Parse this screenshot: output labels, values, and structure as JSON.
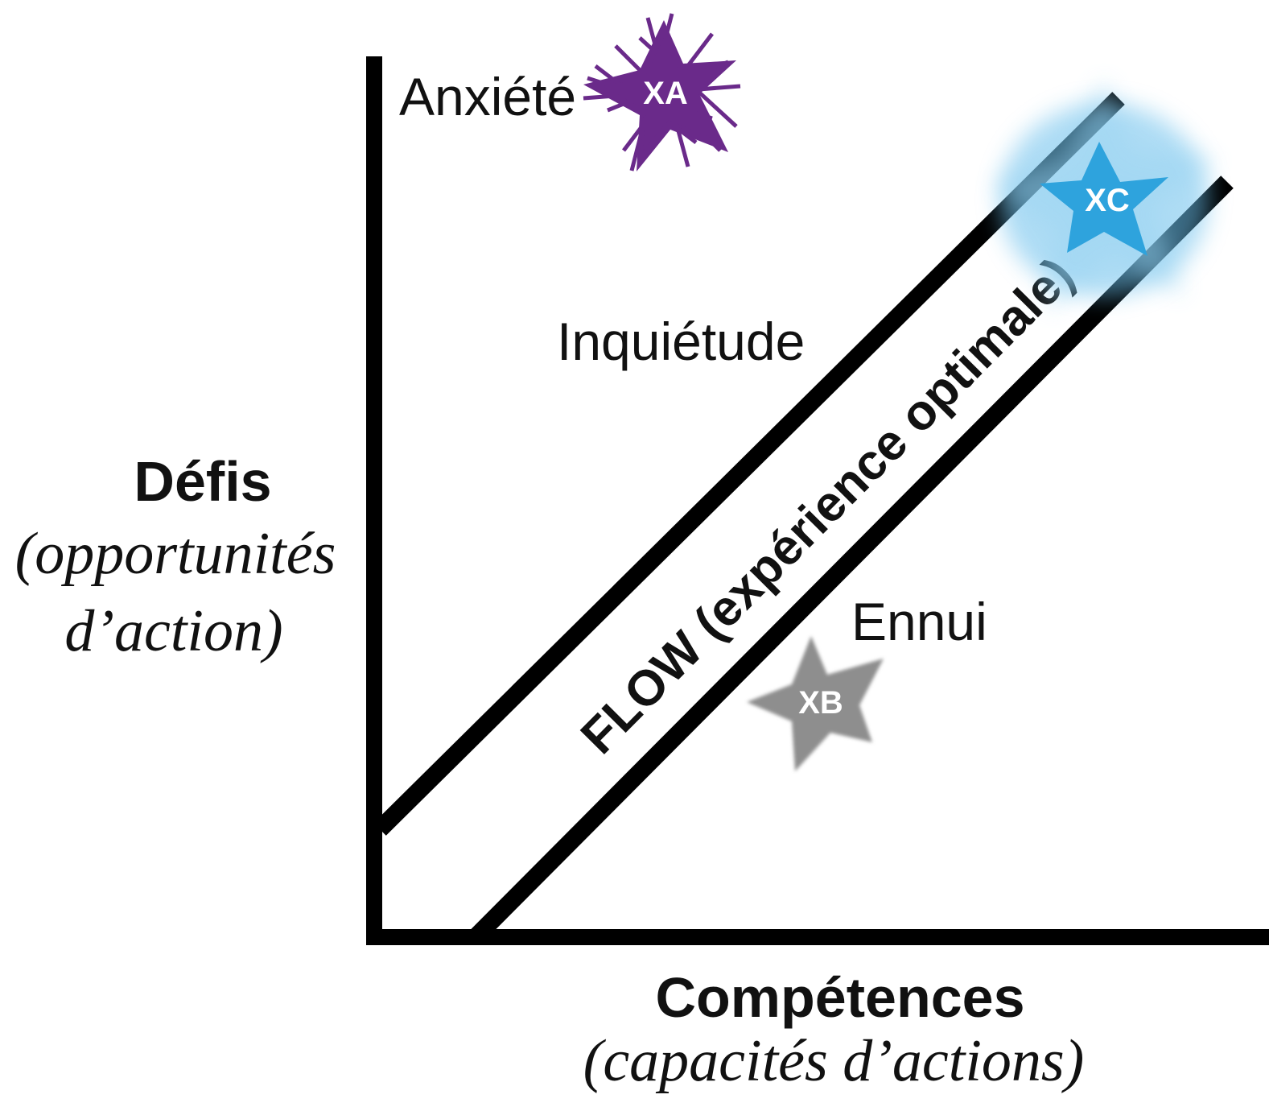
{
  "zones": {
    "anxiety": "Anxiété",
    "worry": "Inquiétude",
    "boredom": "Ennui",
    "flow": "FLOW (expérience optimale)"
  },
  "y_axis": {
    "title": "Défis",
    "subtitle_line1": "(opportunités",
    "subtitle_line2": "d’action)"
  },
  "x_axis": {
    "title": "Compétences",
    "subtitle": "(capacités d’actions)"
  },
  "markers": [
    {
      "label": "XA",
      "color": "#6a2a8a",
      "style": "scribbled"
    },
    {
      "label": "XB",
      "color": "#8a8a8a",
      "style": "rough"
    },
    {
      "label": "XC",
      "color": "#2ea3dd",
      "style": "blurred-glow"
    }
  ],
  "colors": {
    "axis": "#000000",
    "text": "#111111"
  }
}
